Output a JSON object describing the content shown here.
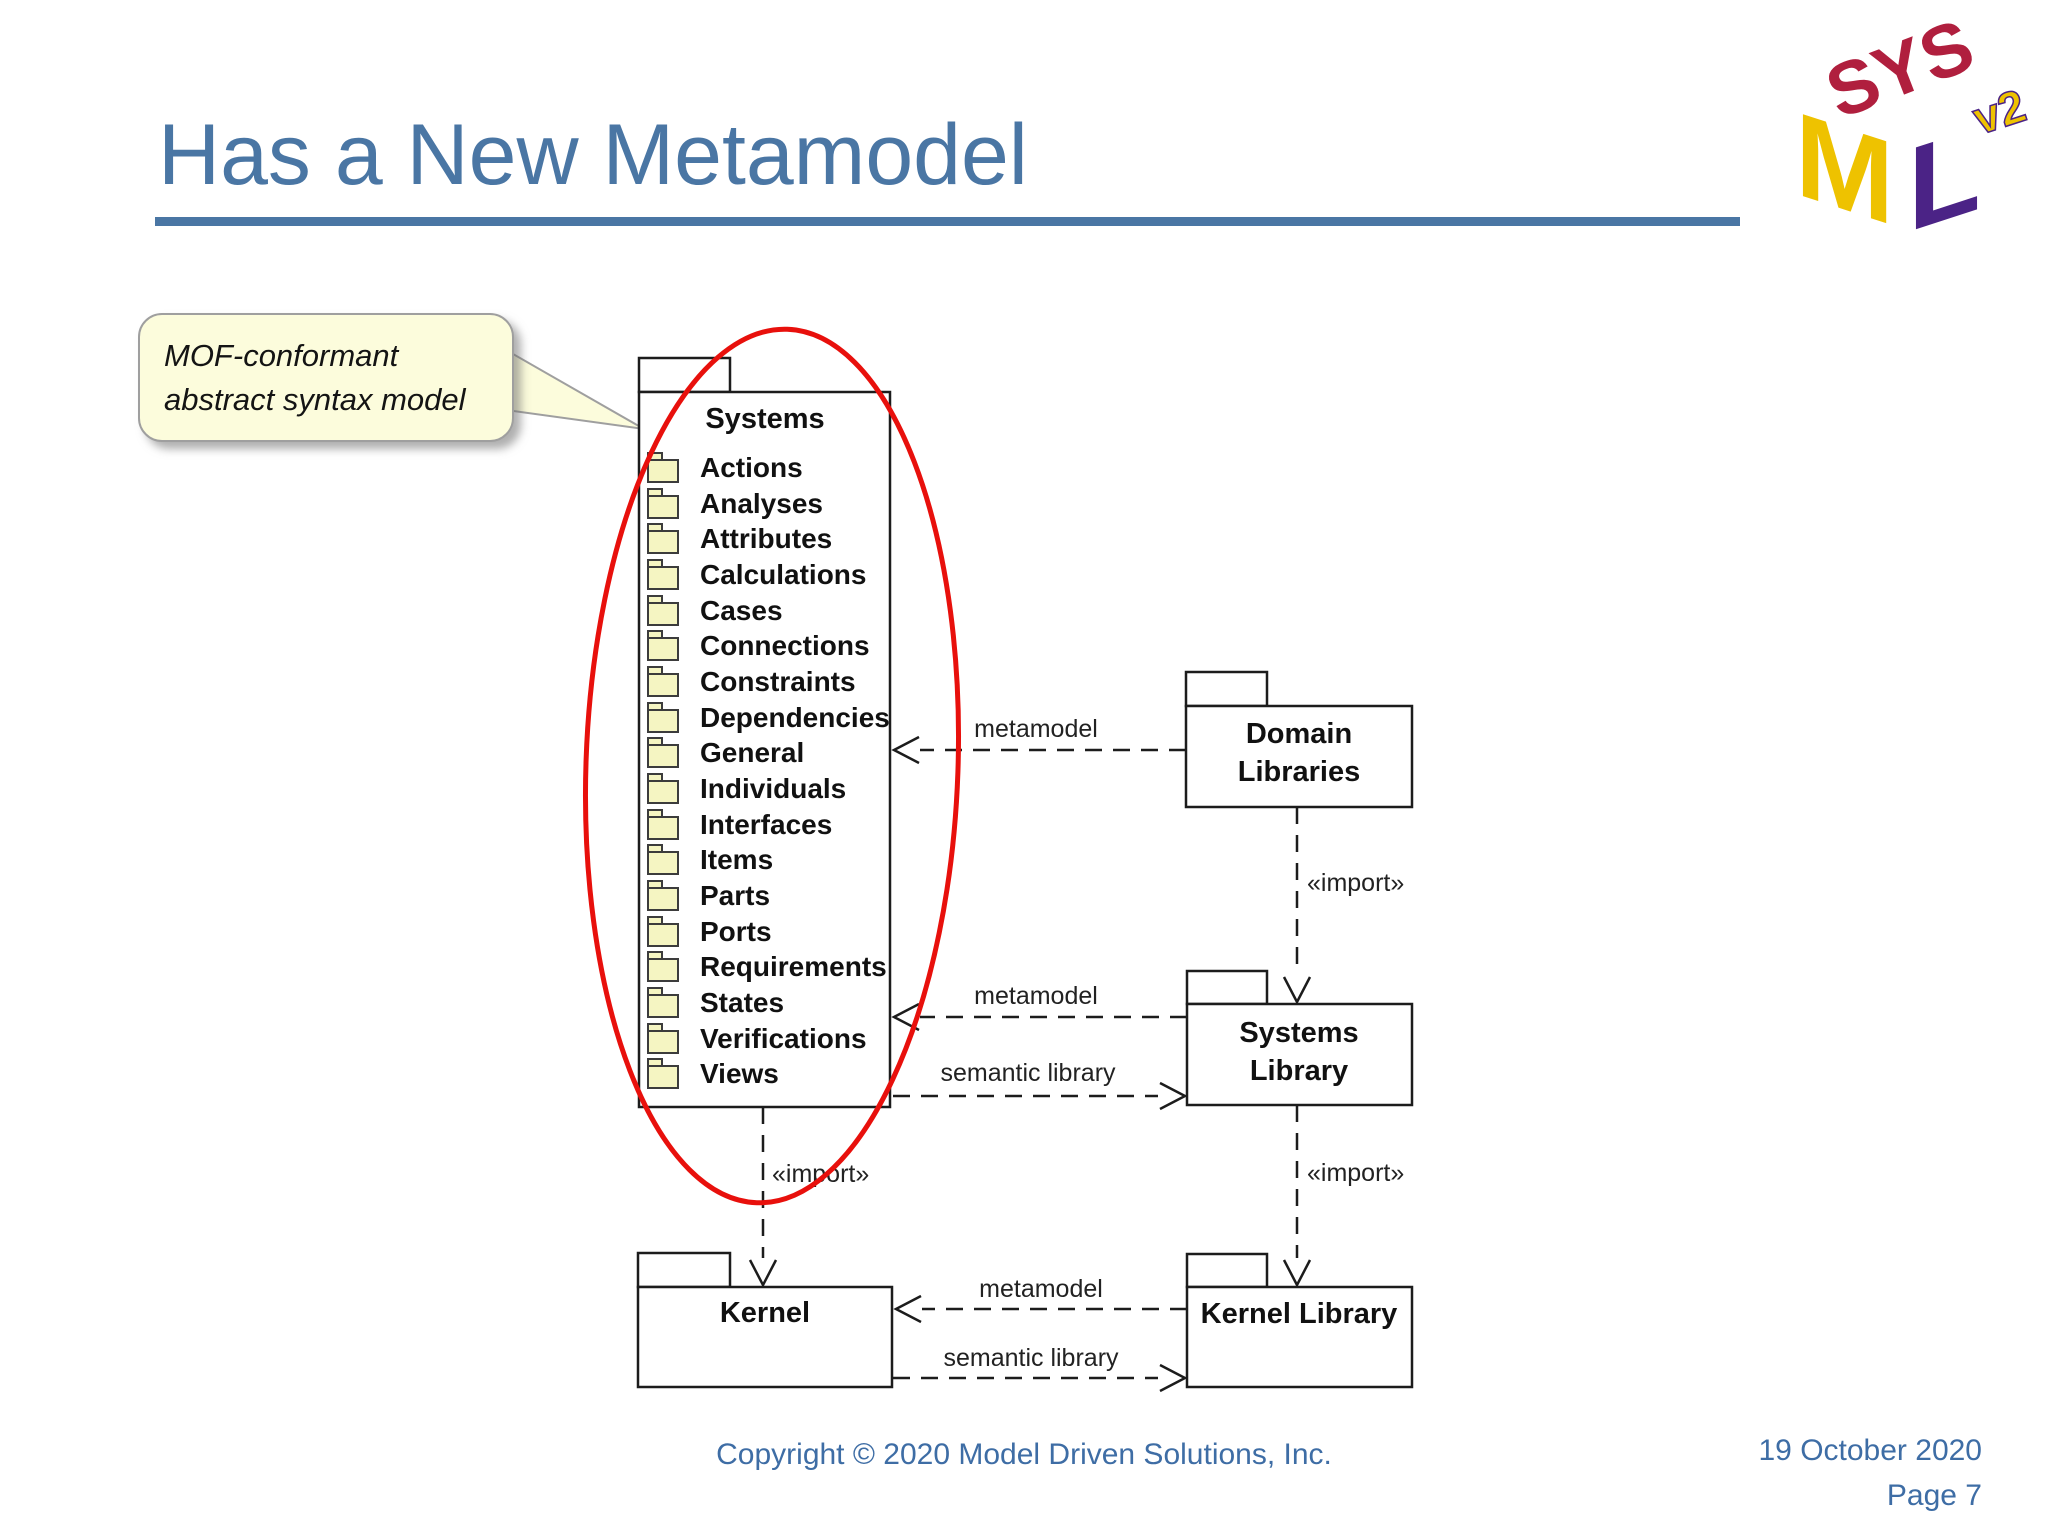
{
  "slide": {
    "title": "Has a New Metamodel",
    "footer": {
      "copyright": "Copyright © 2020 Model Driven Solutions, Inc.",
      "date": "19 October 2020",
      "page": "Page 7"
    },
    "logo": {
      "top": "SYS",
      "left": "M",
      "right": "L",
      "version": "v2"
    }
  },
  "callout": {
    "line1": "MOF-conformant",
    "line2": "abstract syntax model"
  },
  "diagram": {
    "systems_package": {
      "name": "Systems",
      "items": [
        "Actions",
        "Analyses",
        "Attributes",
        "Calculations",
        "Cases",
        "Connections",
        "Constraints",
        "Dependencies",
        "General",
        "Individuals",
        "Interfaces",
        "Items",
        "Parts",
        "Ports",
        "Requirements",
        "States",
        "Verifications",
        "Views"
      ]
    },
    "packages": {
      "domain_libraries": {
        "line1": "Domain",
        "line2": "Libraries"
      },
      "systems_library": {
        "line1": "Systems",
        "line2": "Library"
      },
      "kernel": {
        "name": "Kernel"
      },
      "kernel_library": {
        "name": "Kernel Library"
      }
    },
    "edge_labels": {
      "metamodel_domain": "metamodel",
      "metamodel_systems": "metamodel",
      "metamodel_kernel": "metamodel",
      "semantic_library_systems": "semantic library",
      "semantic_library_kernel": "semantic library",
      "import_domain_to_systems_lib": "«import»",
      "import_systems_to_kernel": "«import»",
      "import_systems_lib_to_kernel_lib": "«import»"
    },
    "colors": {
      "ellipse": "#e8100c",
      "line": "#1c1c1c",
      "folder_fill": "#f5f5c2",
      "title_blue": "#4a76a4",
      "footer_blue": "#3e6da5",
      "callout_fill": "#fcfcdc"
    }
  }
}
